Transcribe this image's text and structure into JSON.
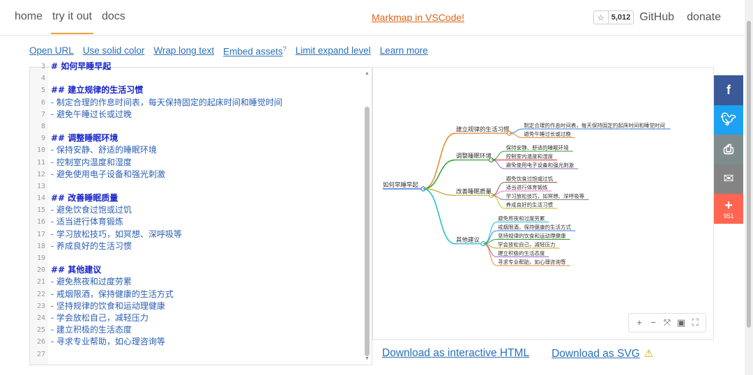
{
  "nav": {
    "home": "home",
    "try": "try it out",
    "docs": "docs"
  },
  "promo": "Markmap in VSCode!",
  "github": {
    "stars": "5,012",
    "label": "GitHub",
    "donate": "donate"
  },
  "actions": {
    "open_url": "Open URL",
    "solid_color": "Use solid color",
    "wrap": "Wrap long text",
    "embed": "Embed assets",
    "embed_sup": "?",
    "limit": "Limit expand level",
    "learn": "Learn more"
  },
  "editor": {
    "lines": [
      {
        "n": "3",
        "text": "# 如何早睡早起",
        "h": true
      },
      {
        "n": "4",
        "text": ""
      },
      {
        "n": "5",
        "text": "## 建立规律的生活习惯",
        "h": true
      },
      {
        "n": "6",
        "text": "- 制定合理的作息时间表，每天保持固定的起床时间和睡觉时间"
      },
      {
        "n": "7",
        "text": "- 避免午睡过长或过晚"
      },
      {
        "n": "8",
        "text": ""
      },
      {
        "n": "9",
        "text": "## 调整睡眠环境",
        "h": true
      },
      {
        "n": "10",
        "text": "- 保持安静、舒适的睡眠环境"
      },
      {
        "n": "11",
        "text": "- 控制室内温度和湿度"
      },
      {
        "n": "12",
        "text": "- 避免使用电子设备和强光刺激"
      },
      {
        "n": "13",
        "text": ""
      },
      {
        "n": "14",
        "text": "## 改善睡眠质量",
        "h": true
      },
      {
        "n": "15",
        "text": "- 避免饮食过饱或过饥"
      },
      {
        "n": "16",
        "text": "- 适当进行体育锻炼"
      },
      {
        "n": "17",
        "text": "- 学习放松技巧，如冥想、深呼吸等"
      },
      {
        "n": "18",
        "text": "- 养成良好的生活习惯"
      },
      {
        "n": "19",
        "text": ""
      },
      {
        "n": "20",
        "text": "## 其他建议",
        "h": true
      },
      {
        "n": "21",
        "text": "- 避免熬夜和过度劳累"
      },
      {
        "n": "22",
        "text": "- 戒烟限酒，保持健康的生活方式"
      },
      {
        "n": "23",
        "text": "- 坚持规律的饮食和运动理健康"
      },
      {
        "n": "24",
        "text": "- 学会放松自己，减轻压力"
      },
      {
        "n": "25",
        "text": "- 建立积极的生活态度"
      },
      {
        "n": "26",
        "text": "- 寻求专业帮助，如心理咨询等"
      },
      {
        "n": "27",
        "text": ""
      }
    ]
  },
  "mindmap": {
    "root": "如何早睡早起",
    "branches": [
      {
        "label": "建立规律的生活习惯",
        "color": "#e8862c",
        "items": [
          {
            "label": "制定合理的作息时间表，每天保持固定的起床时间和睡觉时间",
            "color": "#3a7bd5"
          },
          {
            "label": "避免午睡过长或过晚",
            "color": "#e8862c"
          }
        ]
      },
      {
        "label": "调整睡眠环境",
        "color": "#2ca02c",
        "items": [
          {
            "label": "保持安静、舒适的睡眠环境",
            "color": "#2ca02c"
          },
          {
            "label": "控制室内温度和湿度",
            "color": "#d62728"
          },
          {
            "label": "避免使用电子设备和强光刺激",
            "color": "#9467bd"
          }
        ]
      },
      {
        "label": "改善睡眠质量",
        "color": "#c5b33e",
        "items": [
          {
            "label": "避免饮食过饱或过饥",
            "color": "#8c564b"
          },
          {
            "label": "适当进行体育锻炼",
            "color": "#e377c2"
          },
          {
            "label": "学习放松技巧，如冥想、深呼吸等",
            "color": "#7f7f7f"
          },
          {
            "label": "养成良好的生活习惯",
            "color": "#bcbd22"
          }
        ]
      },
      {
        "label": "其他建议",
        "color": "#17becf",
        "items": [
          {
            "label": "避免熬夜和过度劳累",
            "color": "#17becf"
          },
          {
            "label": "戒烟限酒，保持健康的生活方式",
            "color": "#3a7bd5"
          },
          {
            "label": "坚持规律的饮食和运动理健康",
            "color": "#2ca02c"
          },
          {
            "label": "学会放松自己，减轻压力",
            "color": "#d4a017"
          },
          {
            "label": "建立积极的生活态度",
            "color": "#9467bd"
          },
          {
            "label": "寻求专业帮助，如心理咨询等",
            "color": "#e8862c"
          }
        ]
      }
    ]
  },
  "downloads": {
    "html": "Download as interactive HTML",
    "svg": "Download as SVG"
  },
  "share": {
    "count": "951"
  }
}
